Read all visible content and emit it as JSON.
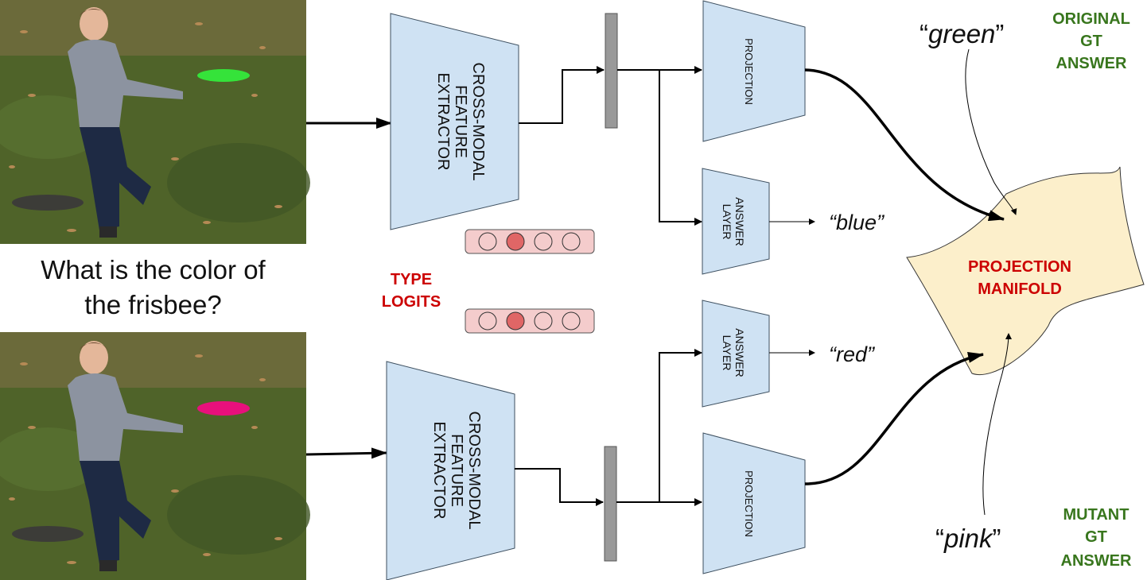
{
  "question": {
    "line1": "What is the color of",
    "line2": "the frisbee?"
  },
  "extractor": {
    "line1": "CROSS-MODAL",
    "line2": "FEATURE",
    "line3": "EXTRACTOR"
  },
  "projection_label": "PROJECTION",
  "answer_layer": {
    "line1": "ANSWER",
    "line2": "LAYER"
  },
  "type_logits": {
    "line1": "TYPE",
    "line2": "LOGITS"
  },
  "answers": {
    "top": "“blue”",
    "bottom": "“red”"
  },
  "gt": {
    "original_word": "green",
    "mutant_word": "pink",
    "open_quote": "“",
    "close_quote": "”",
    "original_label": [
      "ORIGINAL",
      "GT",
      "ANSWER"
    ],
    "mutant_label": [
      "MUTANT",
      "GT",
      "ANSWER"
    ]
  },
  "manifold": {
    "line1": "PROJECTION",
    "line2": "MANIFOLD"
  },
  "colors": {
    "block_fill": "#cfe2f3",
    "block_stroke": "#3d4f5f",
    "manifold_fill": "#fcefcb",
    "logits_fill": "#f4cccc",
    "logit_active": "#e06666",
    "red_label": "#cc0000",
    "green_label": "#38761d",
    "frisbee_top": "#35e33a",
    "frisbee_bottom": "#e8107c",
    "grass": "#4a5d28"
  }
}
